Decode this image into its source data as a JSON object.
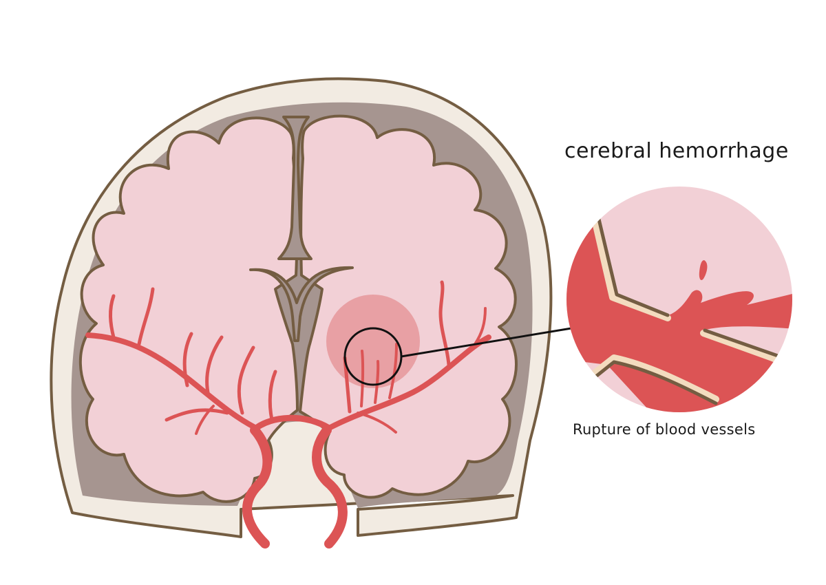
{
  "diagram": {
    "title": "cerebral hemorrhage",
    "caption": "Rupture of blood vessels",
    "view": "coronal section of brain and skull",
    "parts": [
      {
        "name": "skull",
        "role": "outer bone"
      },
      {
        "name": "subarachnoid-space",
        "role": "gray layer between skull and brain"
      },
      {
        "name": "brain-hemispheres",
        "role": "pink cerebral tissue"
      },
      {
        "name": "longitudinal-fissure",
        "role": "central gray fissure"
      },
      {
        "name": "lateral-ventricles",
        "role": "inverted-Y ventricle shape"
      },
      {
        "name": "cerebral-arteries",
        "role": "red vessels branching through brain"
      },
      {
        "name": "hemorrhage-site",
        "role": "circled bleeding area, right hemisphere"
      },
      {
        "name": "magnified-inset",
        "role": "zoomed view of ruptured vessel"
      }
    ]
  },
  "colors": {
    "skull": "#f2ebe2",
    "outline": "#745d42",
    "csf_space": "#a69590",
    "brain": "#f2d0d6",
    "vessel": "#dc5455",
    "hemorrhage": "#e8a0a4",
    "vessel_wall_inner": "#f3dcbf",
    "callout_line": "#111111"
  }
}
